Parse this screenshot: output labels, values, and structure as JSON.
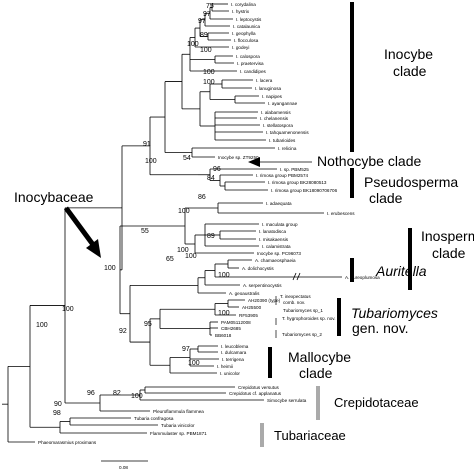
{
  "figure": {
    "tips": [
      "I. corydalina",
      "I. hystrix",
      "I. leptocystis",
      "I. catalaunica",
      "I. geophylla",
      "I. flocculosa",
      "I. godeyi",
      "I. calospora",
      "I. praetervisa",
      "I. candidipes",
      "I. lacera",
      "I. lanuginosa",
      "I. napipes",
      "I. ayangannae",
      "I. alabamensis",
      "I. chelanensis",
      "I. stellatospora",
      "I. tahquamenonensis",
      "I. tubarioides",
      "I. relicina",
      "Inocybe sp. ZT9250",
      "I. sp. PBM525",
      "I. rimosa group PBM2574",
      "I. rimosa group BK28080513",
      "I. rimosa group BK18090706706",
      "I. adaequata",
      "I. erubescens",
      "I. maculata group",
      "I. lanatodisca",
      "I. misakaensis",
      "I. calamistrata",
      "Inocybe sp. PC96073",
      "A. chamaeosphaeia",
      "A. dolichocystis",
      "A. aureoplumosa",
      "A. serpentinocystis",
      "A. geoaustralis",
      "AH20390 (type)",
      "AH25500",
      "RF53905",
      "PAM05112008",
      "CBH2685",
      "BB6018",
      "I. leucoblema",
      "I. dulcamara",
      "I. terrigena",
      "I. heimii",
      "I. unicolor",
      "Crepidotus versutus",
      "Crepidotus cf. applanatus",
      "Simocybe serrulata",
      "Pleuroflammula flammea",
      "Tubaria confragosa",
      "Tubaria vinicolor",
      "Flammulaster sp. PBM1871",
      "Phaeomarasmius proximans"
    ],
    "tuba_labels": [
      "T. inexpectatus",
      "comb. nov.",
      "Tubariomyces sp_1",
      "T. hygrophoroides sp. nov.",
      "Tubariomyces sp_2"
    ],
    "supports": [
      "75",
      "97",
      "97",
      "89",
      "100",
      "100",
      "100",
      "100",
      "91",
      "54",
      "100",
      "84",
      "86",
      "96",
      "89",
      "100",
      "100",
      "65",
      "100",
      "55",
      "100",
      "100",
      "95",
      "97",
      "100",
      "92",
      "100",
      "82",
      "100",
      "96",
      "100",
      "100",
      "90",
      "98"
    ],
    "clades": {
      "inocybe": [
        "Inocybe",
        "clade"
      ],
      "nothocybe": "Nothocybe clade",
      "pseudosperma": [
        "Pseudosperma",
        "clade"
      ],
      "inosperma": [
        "Inosperma",
        "clade"
      ],
      "auritella": "Auritella",
      "tubariomyces": [
        "Tubariomyces",
        "gen. nov."
      ],
      "mallocybe": [
        "Mallocybe",
        "clade"
      ],
      "crepidotaceae": "Crepidotaceae",
      "tubariaceae": "Tubariaceae"
    },
    "family_label": "Inocybaceae",
    "scale_label": "0.08"
  }
}
